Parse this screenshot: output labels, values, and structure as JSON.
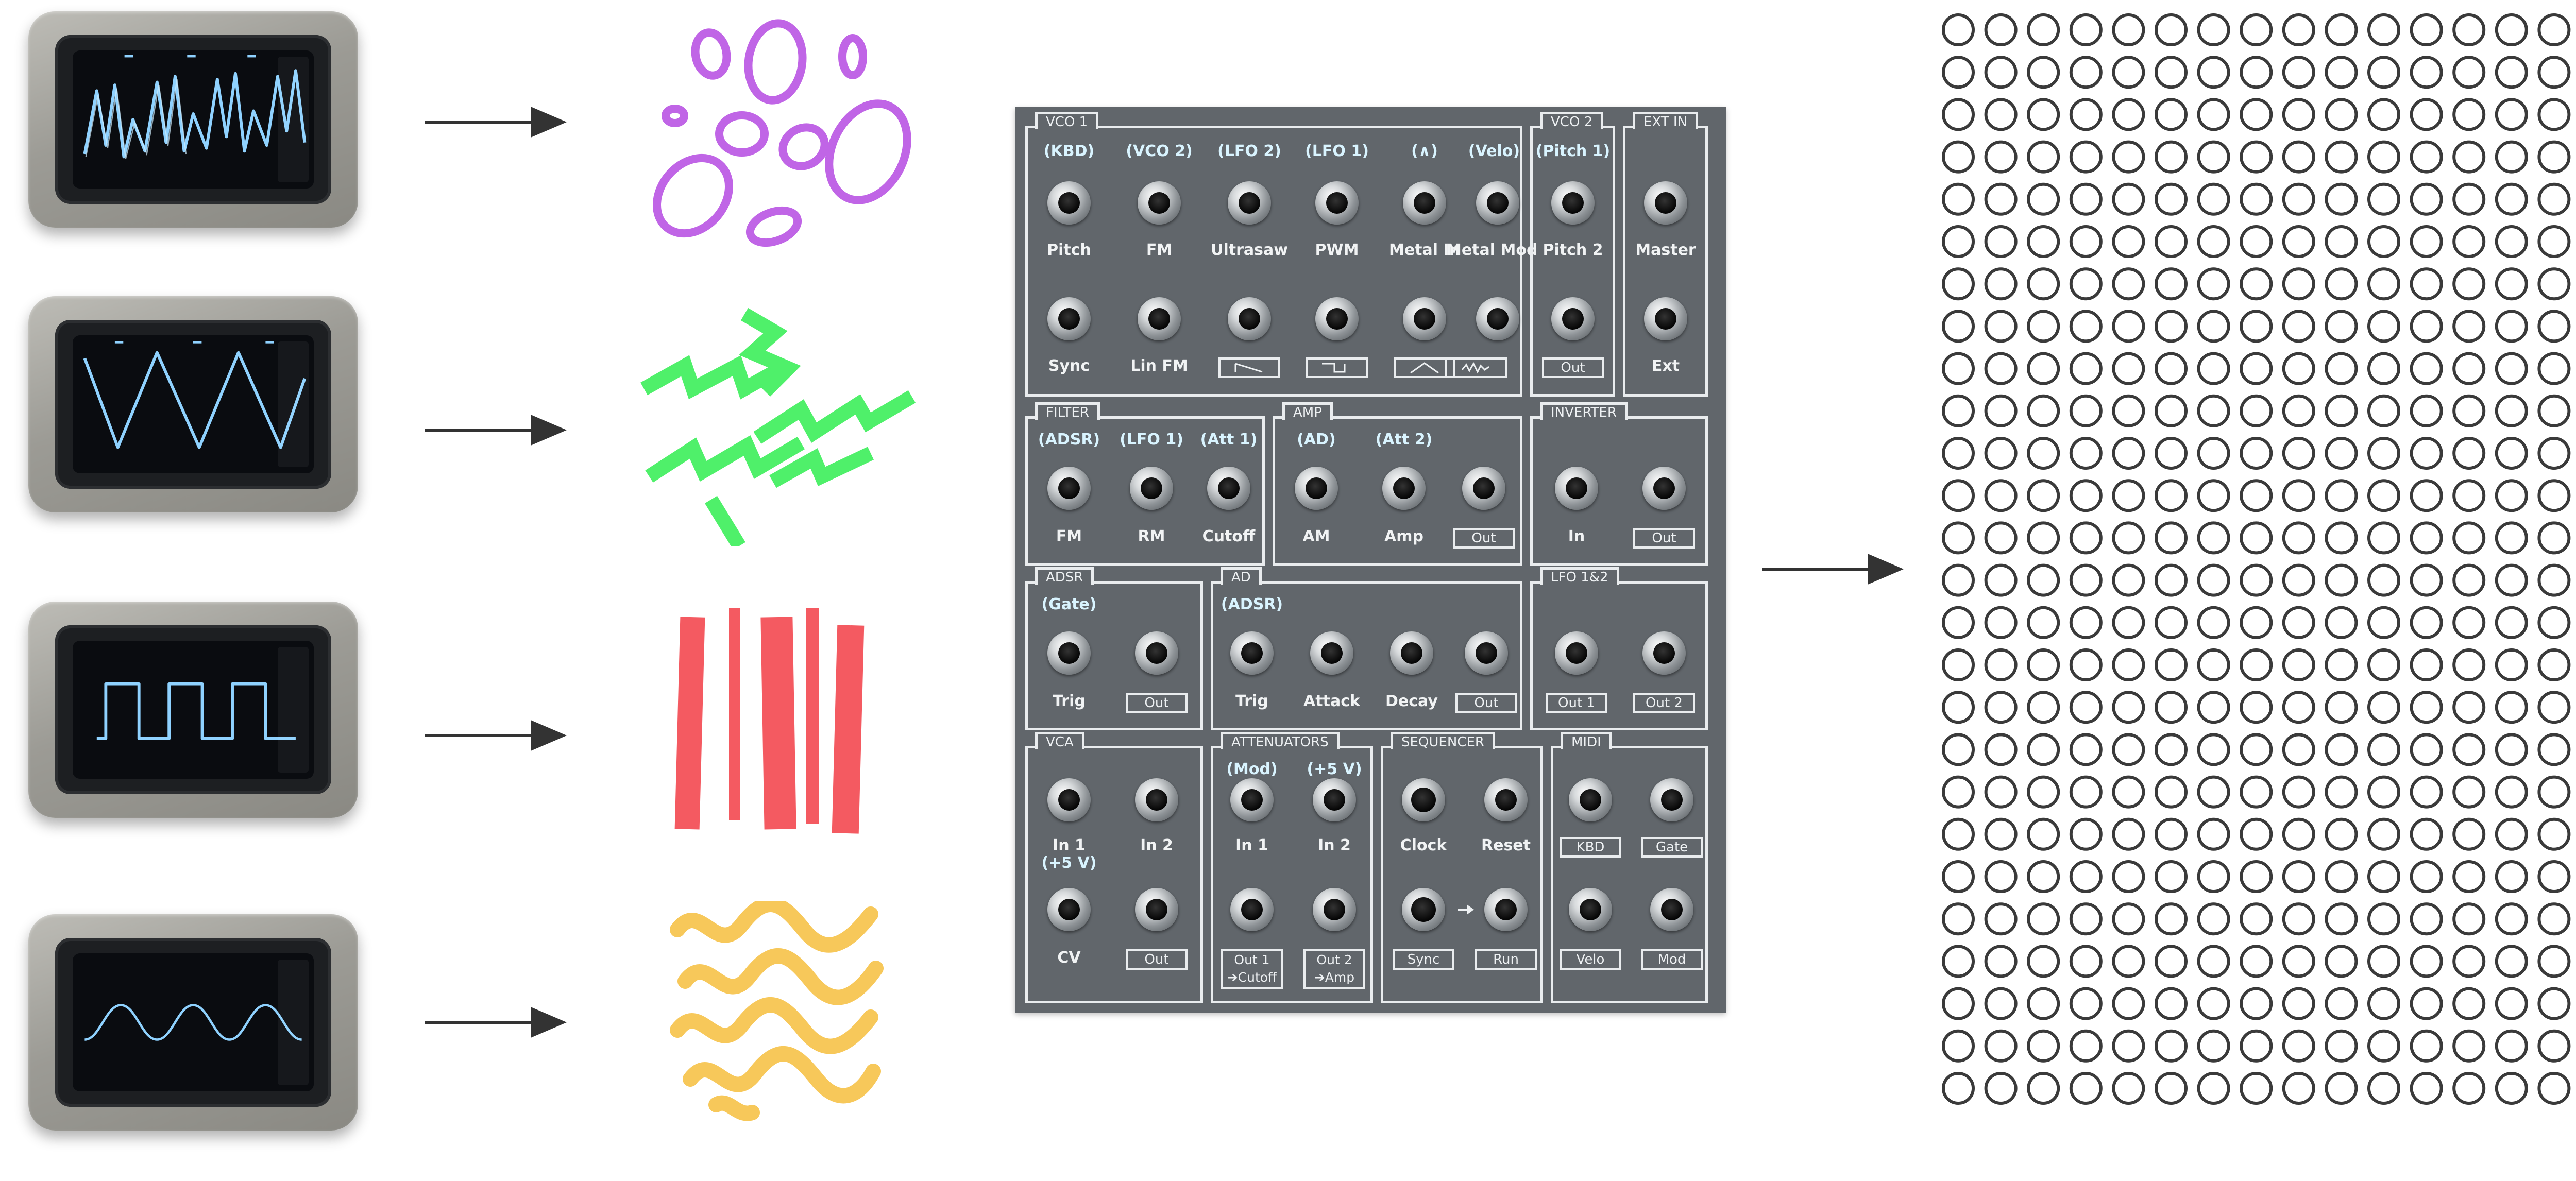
{
  "waveform_rows": [
    {
      "wave": "sawtooth-noisy",
      "texture": "purple-ovals",
      "texture_color": "#c065e6"
    },
    {
      "wave": "triangle",
      "texture": "green-zigzags",
      "texture_color": "#4ff06a"
    },
    {
      "wave": "square",
      "texture": "red-bars",
      "texture_color": "#f45a61"
    },
    {
      "wave": "sine",
      "texture": "yellow-squiggles",
      "texture_color": "#f7c85a"
    }
  ],
  "colors": {
    "scope_trace": "#8fd2ff",
    "panel_bg": "#61666b",
    "panel_line": "#e9ecee",
    "source_text": "#d9f4ff",
    "arrow": "#333333"
  },
  "panel": {
    "vco1": {
      "title": "VCO 1",
      "sources": [
        "(KBD)",
        "(VCO 2)",
        "(LFO 2)",
        "(LFO 1)",
        "(∧)",
        "(Velo)"
      ],
      "inputs": [
        "Pitch",
        "FM",
        "Ultrasaw",
        "PWM",
        "Metal In",
        "Metal Mod"
      ],
      "row2_labels": [
        "Sync",
        "Lin FM"
      ],
      "row2_wave_icons": [
        "saw-wave-icon",
        "square-wave-icon",
        "triangle-wave-icon",
        "noise-wave-icon"
      ]
    },
    "vco2": {
      "title": "VCO 2",
      "source": "(Pitch 1)",
      "input": "Pitch 2",
      "output": "Out"
    },
    "ext_in": {
      "title": "EXT IN",
      "inputs": [
        "Master",
        "Ext"
      ]
    },
    "filter": {
      "title": "FILTER",
      "sources": [
        "(ADSR)",
        "(LFO 1)",
        "(Att 1)"
      ],
      "inputs": [
        "FM",
        "RM",
        "Cutoff"
      ]
    },
    "amp": {
      "title": "AMP",
      "sources": [
        "(AD)",
        "(Att 2)"
      ],
      "inputs": [
        "AM",
        "Amp"
      ],
      "output": "Out"
    },
    "inverter": {
      "title": "INVERTER",
      "input": "In",
      "output": "Out"
    },
    "adsr": {
      "title": "ADSR",
      "source": "(Gate)",
      "input": "Trig",
      "output": "Out"
    },
    "ad": {
      "title": "AD",
      "source": "(ADSR)",
      "inputs": [
        "Trig",
        "Attack",
        "Decay"
      ],
      "output": "Out"
    },
    "lfo": {
      "title": "LFO 1&2",
      "outputs": [
        "Out 1",
        "Out 2"
      ]
    },
    "vca": {
      "title": "VCA",
      "inputs": [
        "In 1",
        "In 2"
      ],
      "cv_source": "(+5 V)",
      "cv": "CV",
      "output": "Out"
    },
    "attenuators": {
      "title": "ATTENUATORS",
      "sources": [
        "(Mod)",
        "(+5 V)"
      ],
      "inputs": [
        "In 1",
        "In 2"
      ],
      "outputs": [
        [
          "Out 1",
          "➔Cutoff"
        ],
        [
          "Out 2",
          "➔Amp"
        ]
      ]
    },
    "sequencer": {
      "title": "SEQUENCER",
      "inputs": [
        "Clock",
        "Reset"
      ],
      "outputs": [
        "Sync",
        "Run"
      ]
    },
    "midi": {
      "title": "MIDI",
      "outputs": [
        "KBD",
        "Gate",
        "Velo",
        "Mod"
      ]
    }
  },
  "grid": {
    "columns": 15,
    "rows": 26
  }
}
